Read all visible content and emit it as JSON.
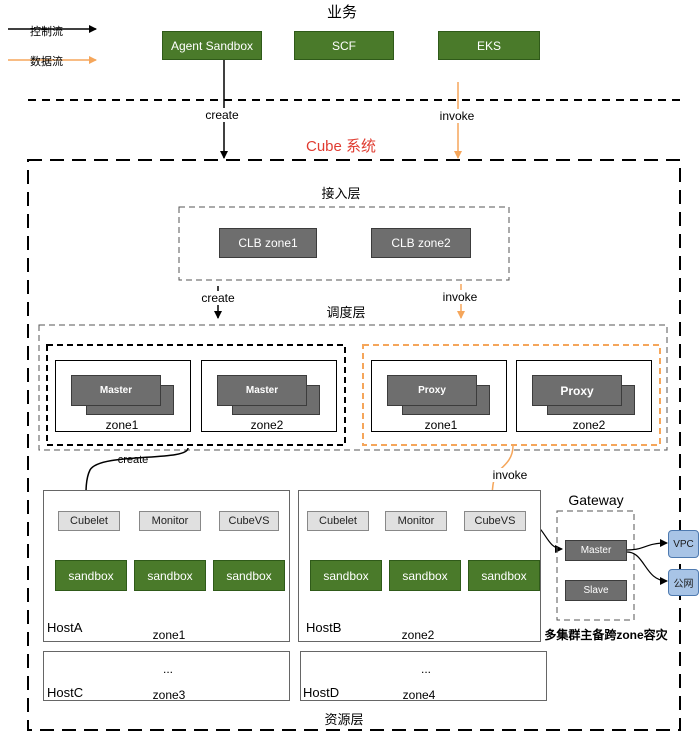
{
  "legend": {
    "control": "控制流",
    "data": "数据流"
  },
  "business": {
    "title": "业务",
    "services": [
      "Agent Sandbox",
      "SCF",
      "EKS"
    ]
  },
  "cube_title": "Cube 系统",
  "arrow_labels": {
    "create": "create",
    "invoke": "invoke"
  },
  "access_layer": {
    "title": "接入层",
    "clb": [
      "CLB zone1",
      "CLB zone2"
    ]
  },
  "scheduling_layer": {
    "title": "调度层",
    "master_label": "Master",
    "proxy_label": "Proxy",
    "zones": [
      "zone1",
      "zone2"
    ]
  },
  "hosts": {
    "components": [
      "Cubelet",
      "Monitor",
      "CubeVS"
    ],
    "sandbox_label": "sandbox",
    "items": [
      {
        "name": "HostA",
        "zone": "zone1"
      },
      {
        "name": "HostB",
        "zone": "zone2"
      },
      {
        "name": "HostC",
        "zone": "zone3",
        "ellipsis": "..."
      },
      {
        "name": "HostD",
        "zone": "zone4",
        "ellipsis": "..."
      }
    ]
  },
  "gateway": {
    "title": "Gateway",
    "master": "Master",
    "slave": "Slave",
    "caption": "多集群主备跨zone容灾",
    "targets": [
      "VPC",
      "公网"
    ]
  },
  "resource_layer": "资源层",
  "colors": {
    "green": "#4a7a2a",
    "orange": "#f5a65b",
    "gray": "#6e6e6e",
    "cube_title": "#e03c31",
    "pill": "#a8c4e6"
  }
}
